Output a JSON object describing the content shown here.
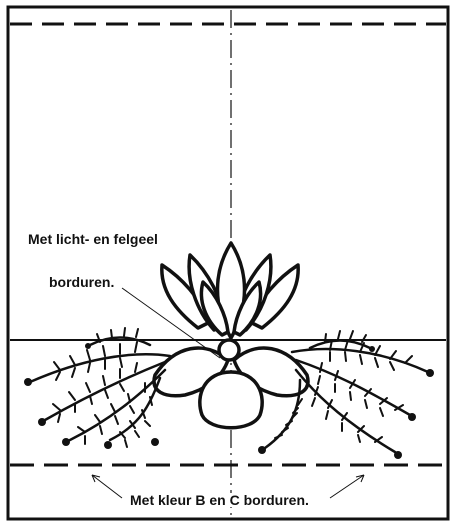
{
  "labels": {
    "top_line": "Met licht- en felgeel",
    "second_line": "borduren.",
    "bottom": "Met kleur B en C borduren."
  },
  "colors": {
    "ink": "#111111",
    "paper": "#ffffff"
  }
}
